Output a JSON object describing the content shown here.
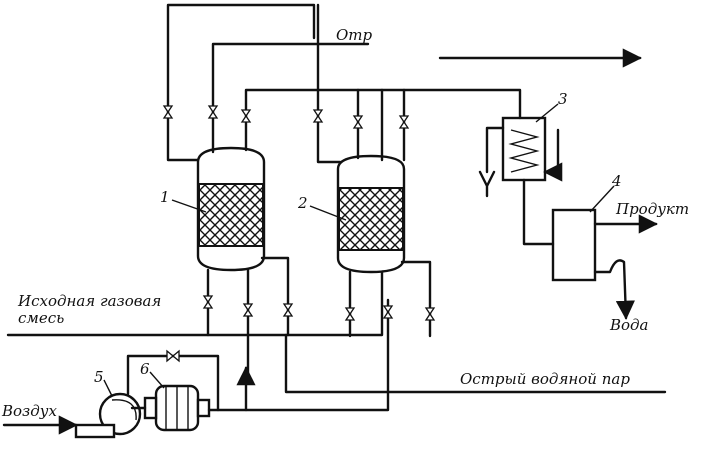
{
  "labels": {
    "otr": "Отр",
    "produkt": "Продукт",
    "voda": "Вода",
    "feed_line1": "Исходная газовая",
    "feed_line2": "смесь",
    "steam": "Острый водяной пар",
    "air": "Воздух"
  },
  "numbers": {
    "n1": "1",
    "n2": "2",
    "n3": "3",
    "n4": "4",
    "n5": "5",
    "n6": "6"
  }
}
